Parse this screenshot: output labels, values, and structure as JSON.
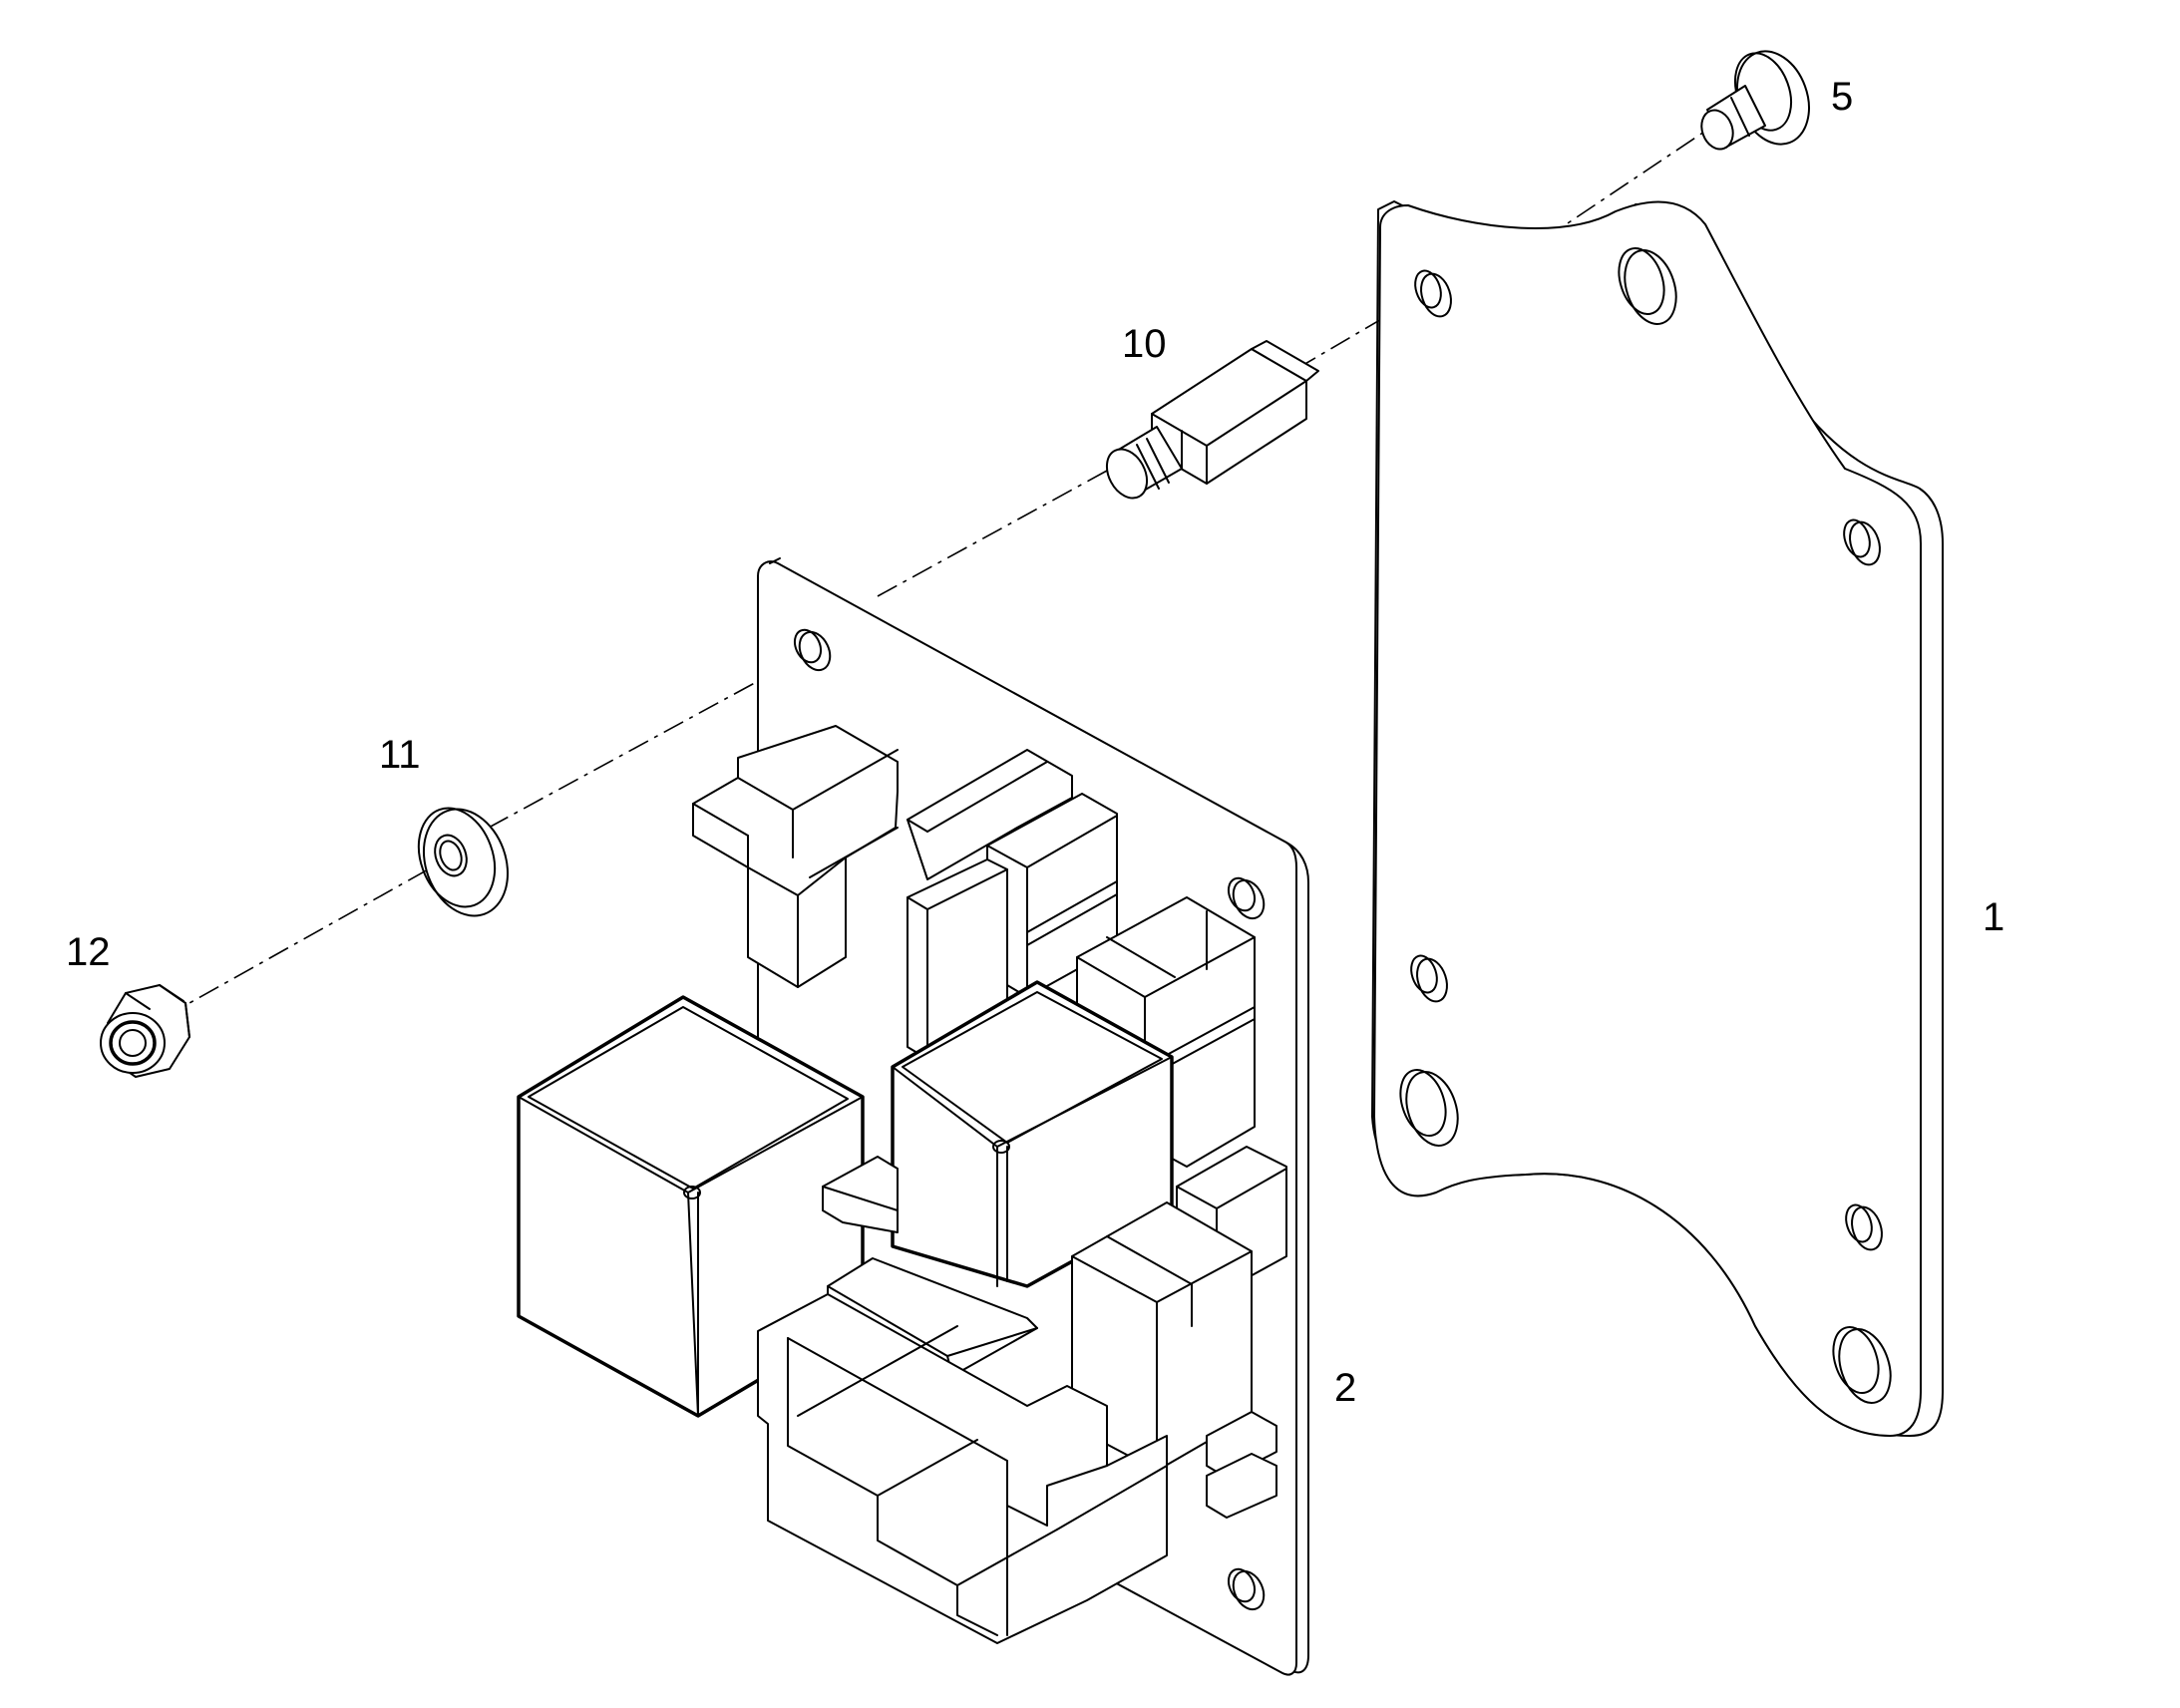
{
  "callouts": {
    "c1": "1",
    "c2": "2",
    "c5": "5",
    "c10": "10",
    "c11": "11",
    "c12": "12"
  },
  "colors": {
    "line": "#000000",
    "fill": "#ffffff",
    "background": "#ffffff"
  }
}
